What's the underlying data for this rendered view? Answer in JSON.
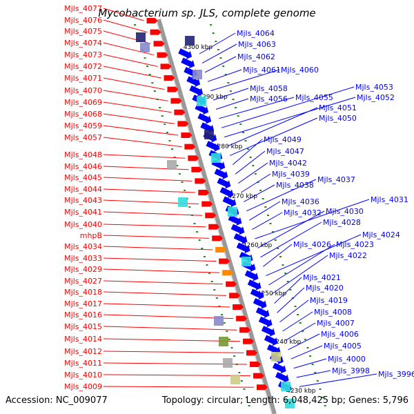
{
  "title": "Mycobacterium sp. JLS, complete genome",
  "accession": "Accession: NC_009077",
  "topology": "Topology: circular; Length: 6,048,425 bp; Genes: 5,796",
  "colors": {
    "left_gene": "#ff0000",
    "right_gene": "#0000ff",
    "backbone": "#888888",
    "tick_dot": "#228822",
    "cyan": "#33dddd",
    "navy": "#222277",
    "lavender": "#8888cc",
    "olive": "#779933",
    "orange": "#ff8800",
    "khaki": "#cccc88",
    "grey": "#aaaaaa"
  },
  "scale": {
    "unit": "kbp",
    "labels": [
      "4300 kbp",
      "4290 kbp",
      "4280 kbp",
      "4270 kbp",
      "4260 kbp",
      "4250 kbp",
      "4240 kbp",
      "4230 kbp"
    ]
  },
  "left_labels": [
    "Mjls_4077",
    "Mjls_4076",
    "Mjls_4075",
    "Mjls_4074",
    "Mjls_4073",
    "Mjls_4072",
    "Mjls_4071",
    "Mjls_4070",
    "Mjls_4069",
    "Mjls_4068",
    "Mjls_4059",
    "Mjls_4057",
    "Mjls_4048",
    "Mjls_4046",
    "Mjls_4045",
    "Mjls_4044",
    "Mjls_4043",
    "Mjls_4041",
    "Mjls_4040",
    "mhpB",
    "Mjls_4034",
    "Mjls_4033",
    "Mjls_4029",
    "Mjls_4027",
    "Mjls_4018",
    "Mjls_4017",
    "Mjls_4016",
    "Mjls_4015",
    "Mjls_4014",
    "Mjls_4012",
    "Mjls_4011",
    "Mjls_4010",
    "Mjls_4009"
  ],
  "right_labels": [
    "Mjls_4064",
    "Mjls_4063",
    "Mjls_4062",
    "Mjls_4061",
    "Mjls_4060",
    "Mjls_4058",
    "Mjls_4056",
    "Mjls_4055",
    "Mjls_4053",
    "Mjls_4052",
    "Mjls_4051",
    "Mjls_4050",
    "Mjls_4049",
    "Mjls_4047",
    "Mjls_4042",
    "Mjls_4039",
    "Mjls_4038",
    "Mjls_4037",
    "Mjls_4036",
    "Mjls_4032",
    "Mjls_4031",
    "Mjls_4030",
    "Mjls_4028",
    "Mjls_4026",
    "Mjls_4024",
    "Mjls_4023",
    "Mjls_4022",
    "Mjls_4021",
    "Mjls_4020",
    "Mjls_4019",
    "Mjls_4008",
    "Mjls_4007",
    "Mjls_4006",
    "Mjls_4005",
    "Mjls_4000",
    "Mjls_3998",
    "Mjls_3996"
  ]
}
